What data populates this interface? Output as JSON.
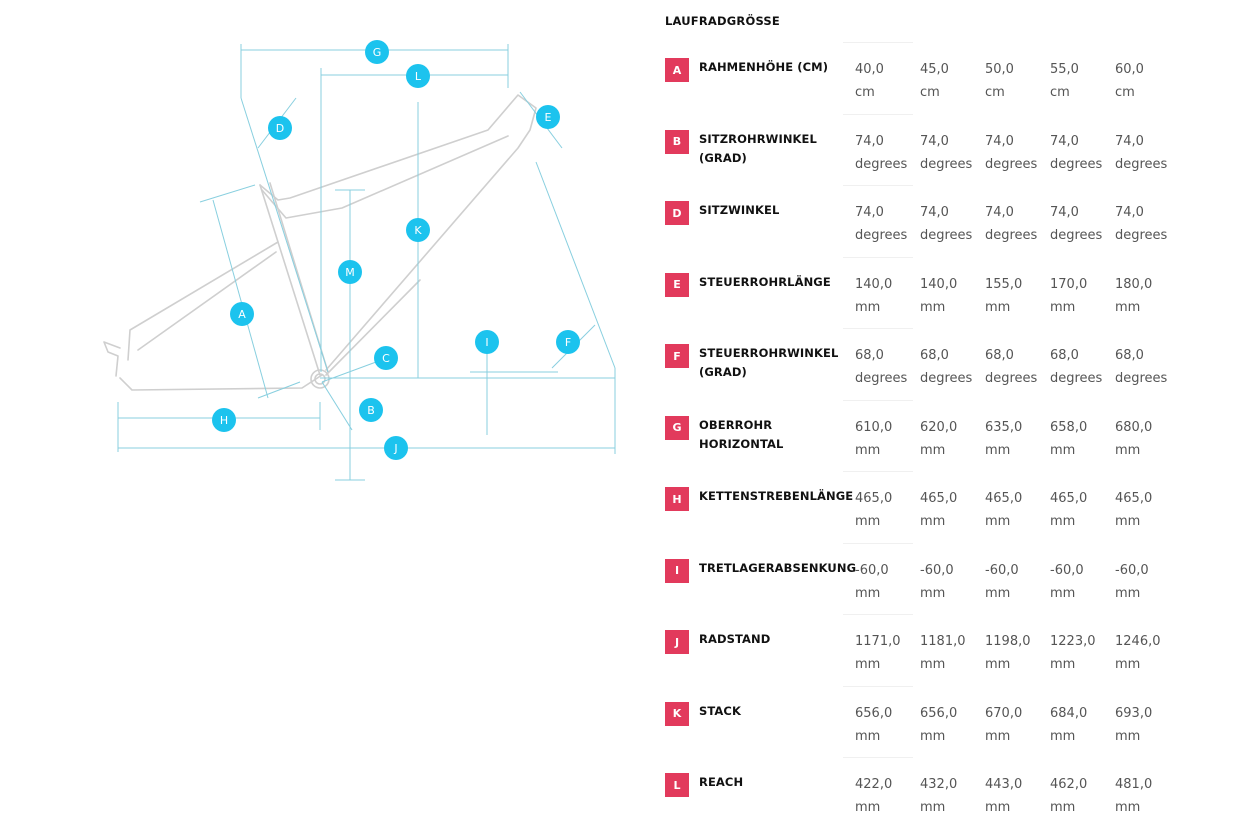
{
  "diagram": {
    "badges": [
      "A",
      "B",
      "C",
      "D",
      "E",
      "F",
      "G",
      "H",
      "I",
      "J",
      "K",
      "L",
      "M"
    ],
    "colors": {
      "frame": "#cfcfcf",
      "dim": "#88cfdf",
      "badge": "#1cc3ee"
    }
  },
  "table": {
    "header": "LAUFRADGRÖSSE",
    "accent": "#e23a5c",
    "rows": [
      {
        "letter": "A",
        "label": "RAHMENHÖHE (CM)",
        "values": [
          [
            "40,0",
            "cm"
          ],
          [
            "45,0",
            "cm"
          ],
          [
            "50,0",
            "cm"
          ],
          [
            "55,0",
            "cm"
          ],
          [
            "60,0",
            "cm"
          ]
        ]
      },
      {
        "letter": "B",
        "label": "SITZROHRWINKEL (GRAD)",
        "values": [
          [
            "74,0",
            "degrees"
          ],
          [
            "74,0",
            "degrees"
          ],
          [
            "74,0",
            "degrees"
          ],
          [
            "74,0",
            "degrees"
          ],
          [
            "74,0",
            "degrees"
          ]
        ]
      },
      {
        "letter": "D",
        "label": "SITZWINKEL",
        "values": [
          [
            "74,0",
            "degrees"
          ],
          [
            "74,0",
            "degrees"
          ],
          [
            "74,0",
            "degrees"
          ],
          [
            "74,0",
            "degrees"
          ],
          [
            "74,0",
            "degrees"
          ]
        ]
      },
      {
        "letter": "E",
        "label": "STEUERROHRLÄNGE",
        "values": [
          [
            "140,0",
            "mm"
          ],
          [
            "140,0",
            "mm"
          ],
          [
            "155,0",
            "mm"
          ],
          [
            "170,0",
            "mm"
          ],
          [
            "180,0",
            "mm"
          ]
        ]
      },
      {
        "letter": "F",
        "label": "STEUERROHRWINKEL (GRAD)",
        "values": [
          [
            "68,0",
            "degrees"
          ],
          [
            "68,0",
            "degrees"
          ],
          [
            "68,0",
            "degrees"
          ],
          [
            "68,0",
            "degrees"
          ],
          [
            "68,0",
            "degrees"
          ]
        ]
      },
      {
        "letter": "G",
        "label": "OBERROHR HORIZONTAL",
        "values": [
          [
            "610,0",
            "mm"
          ],
          [
            "620,0",
            "mm"
          ],
          [
            "635,0",
            "mm"
          ],
          [
            "658,0",
            "mm"
          ],
          [
            "680,0",
            "mm"
          ]
        ]
      },
      {
        "letter": "H",
        "label": "KETTENSTREBENLÄNGE",
        "values": [
          [
            "465,0",
            "mm"
          ],
          [
            "465,0",
            "mm"
          ],
          [
            "465,0",
            "mm"
          ],
          [
            "465,0",
            "mm"
          ],
          [
            "465,0",
            "mm"
          ]
        ]
      },
      {
        "letter": "I",
        "label": "TRETLAGERABSENKUNG",
        "values": [
          [
            "-60,0",
            "mm"
          ],
          [
            "-60,0",
            "mm"
          ],
          [
            "-60,0",
            "mm"
          ],
          [
            "-60,0",
            "mm"
          ],
          [
            "-60,0",
            "mm"
          ]
        ]
      },
      {
        "letter": "J",
        "label": "RADSTAND",
        "values": [
          [
            "1171,0",
            "mm"
          ],
          [
            "1181,0",
            "mm"
          ],
          [
            "1198,0",
            "mm"
          ],
          [
            "1223,0",
            "mm"
          ],
          [
            "1246,0",
            "mm"
          ]
        ]
      },
      {
        "letter": "K",
        "label": "STACK",
        "values": [
          [
            "656,0",
            "mm"
          ],
          [
            "656,0",
            "mm"
          ],
          [
            "670,0",
            "mm"
          ],
          [
            "684,0",
            "mm"
          ],
          [
            "693,0",
            "mm"
          ]
        ]
      },
      {
        "letter": "L",
        "label": "REACH",
        "values": [
          [
            "422,0",
            "mm"
          ],
          [
            "432,0",
            "mm"
          ],
          [
            "443,0",
            "mm"
          ],
          [
            "462,0",
            "mm"
          ],
          [
            "481,0",
            "mm"
          ]
        ]
      }
    ]
  }
}
